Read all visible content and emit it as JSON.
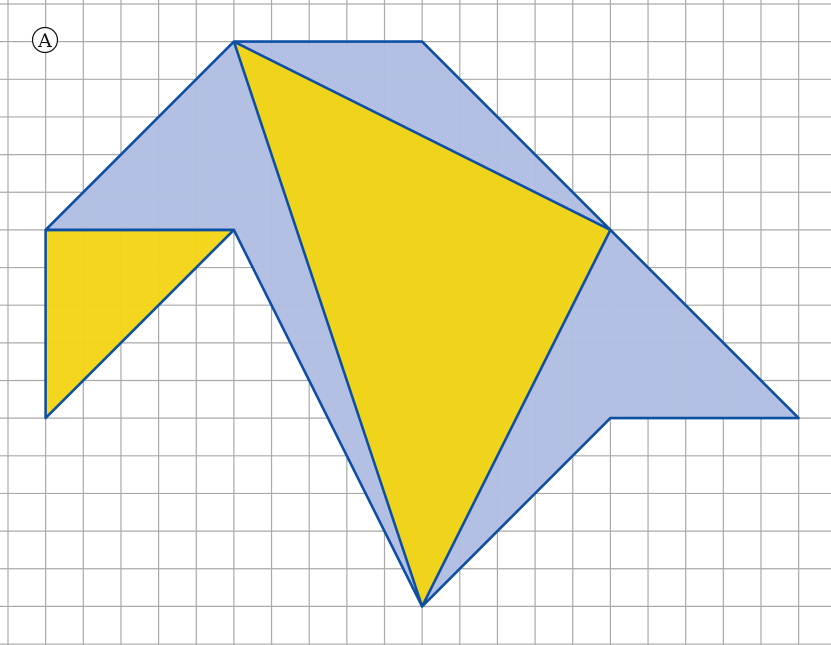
{
  "figure": {
    "label": "A",
    "grid": {
      "cols": 22,
      "rows": 17,
      "visible": true
    },
    "colors": {
      "background": "#ffffff",
      "grid_line": "#aaaaaa",
      "outline": "#0d4fa3",
      "blue_fill": "#b1bee2",
      "yellow_fill": "#f2d414"
    },
    "shapes": {
      "outer_polygon": [
        [
          6,
          1
        ],
        [
          11,
          1
        ],
        [
          16,
          6
        ],
        [
          21,
          11
        ],
        [
          16,
          11
        ],
        [
          11,
          16
        ],
        [
          6,
          6
        ],
        [
          1,
          6
        ]
      ],
      "left_yellow_triangle": [
        [
          1,
          6
        ],
        [
          6,
          6
        ],
        [
          1,
          11
        ]
      ],
      "big_yellow_triangle": [
        [
          6,
          1
        ],
        [
          16,
          6
        ],
        [
          11,
          16
        ]
      ]
    }
  }
}
